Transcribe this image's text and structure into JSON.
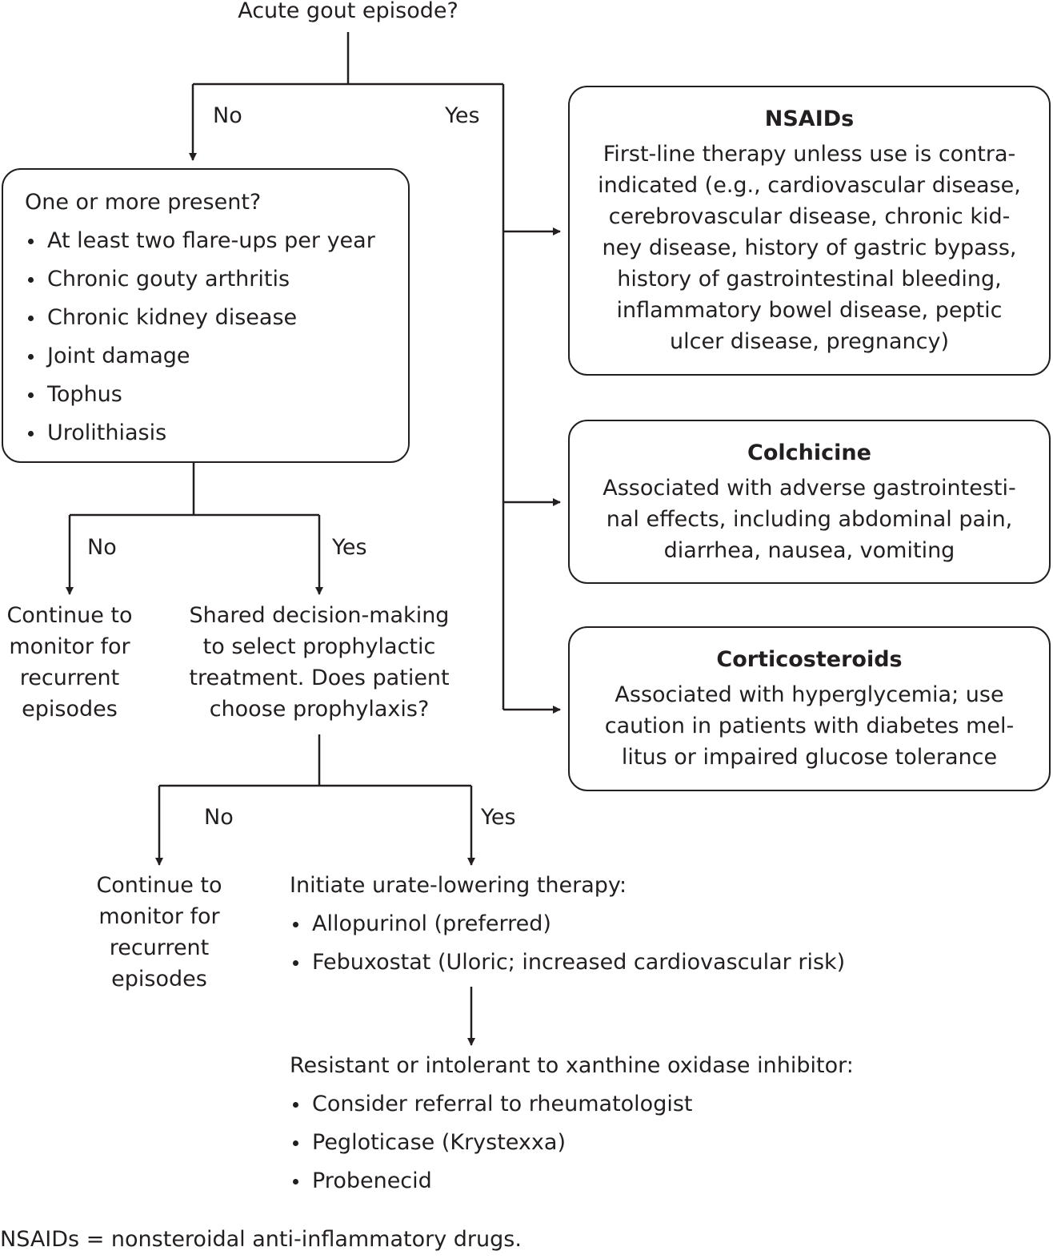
{
  "start": {
    "question": "Acute gout episode?"
  },
  "labels": {
    "no": "No",
    "yes": "Yes"
  },
  "criteria_box": {
    "heading": "One or more present?",
    "items": [
      "At least two flare-ups per year",
      "Chronic gouty arthritis",
      "Chronic kidney disease",
      "Joint damage",
      "Tophus",
      "Urolithiasis"
    ]
  },
  "monitor_1": {
    "lines": [
      "Continue to",
      "monitor for",
      "recurrent",
      "episodes"
    ]
  },
  "shared_decision": {
    "lines": [
      "Shared decision-making",
      "to select prophylactic",
      "treatment. Does patient",
      "choose prophylaxis?"
    ]
  },
  "monitor_2": {
    "lines": [
      "Continue to",
      "monitor for",
      "recurrent",
      "episodes"
    ]
  },
  "urate_lowering": {
    "heading": "Initiate urate-lowering therapy:",
    "items": [
      "Allopurinol (preferred)",
      "Febuxostat (Uloric; increased cardiovascular risk)"
    ]
  },
  "resistant": {
    "heading": "Resistant or intolerant to xanthine oxidase inhibitor:",
    "items": [
      "Consider referral to rheumatologist",
      "Pegloticase (Krystexxa)",
      "Probenecid"
    ]
  },
  "nsaids_box": {
    "title": "NSAIDs",
    "lines": [
      "First-line therapy unless use is contra-",
      "indicated (e.g., cardiovascular disease,",
      "cerebrovascular disease, chronic kid-",
      "ney disease, history of gastric bypass,",
      "history of gastrointestinal bleeding,",
      "inflammatory bowel disease, peptic",
      "ulcer disease, pregnancy)"
    ]
  },
  "colchicine_box": {
    "title": "Colchicine",
    "lines": [
      "Associated with adverse gastrointesti-",
      "nal effects, including abdominal pain,",
      "diarrhea, nausea, vomiting"
    ]
  },
  "corticosteroids_box": {
    "title": "Corticosteroids",
    "lines": [
      "Associated with hyperglycemia; use",
      "caution in patients with diabetes mel-",
      "litus or impaired glucose tolerance"
    ]
  },
  "footnote": "NSAIDs = nonsteroidal anti-inflammatory drugs."
}
